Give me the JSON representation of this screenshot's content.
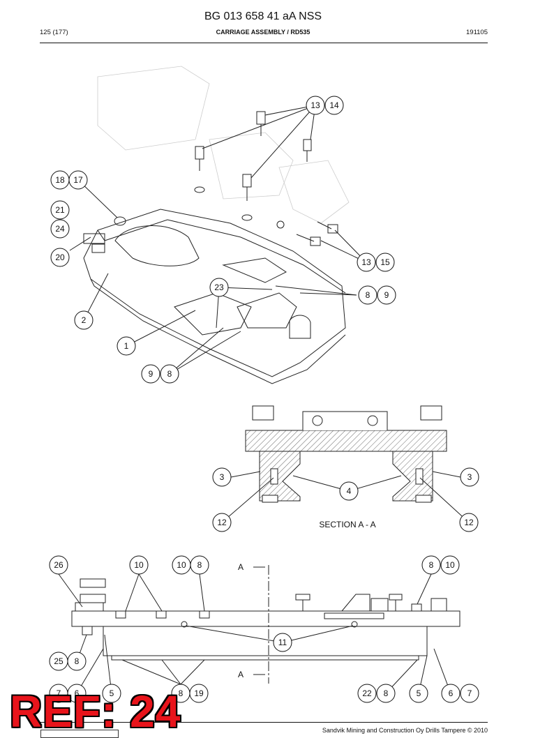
{
  "header": {
    "doc_number": "BG 013 658 41 aA NSS",
    "page": "125 (177)",
    "title": "CARRIAGE ASSEMBLY / RD535",
    "code": "191105"
  },
  "section_label": "SECTION A - A",
  "view_marker": "A",
  "callouts": {
    "top": [
      "13",
      "14",
      "18",
      "17",
      "21",
      "24",
      "20",
      "2",
      "1",
      "23",
      "9",
      "8",
      "8",
      "9",
      "13",
      "15"
    ],
    "section": [
      "3",
      "4",
      "3",
      "12",
      "12"
    ],
    "bottom": [
      "26",
      "10",
      "10",
      "8",
      "8",
      "10",
      "11",
      "25",
      "8",
      "7",
      "6",
      "5",
      "8",
      "19",
      "22",
      "8",
      "5",
      "6",
      "7"
    ]
  },
  "footer": {
    "copyright": "Sandvik Mining and Construction Oy Drills Tampere © 2010"
  },
  "watermark": "REF: 24"
}
